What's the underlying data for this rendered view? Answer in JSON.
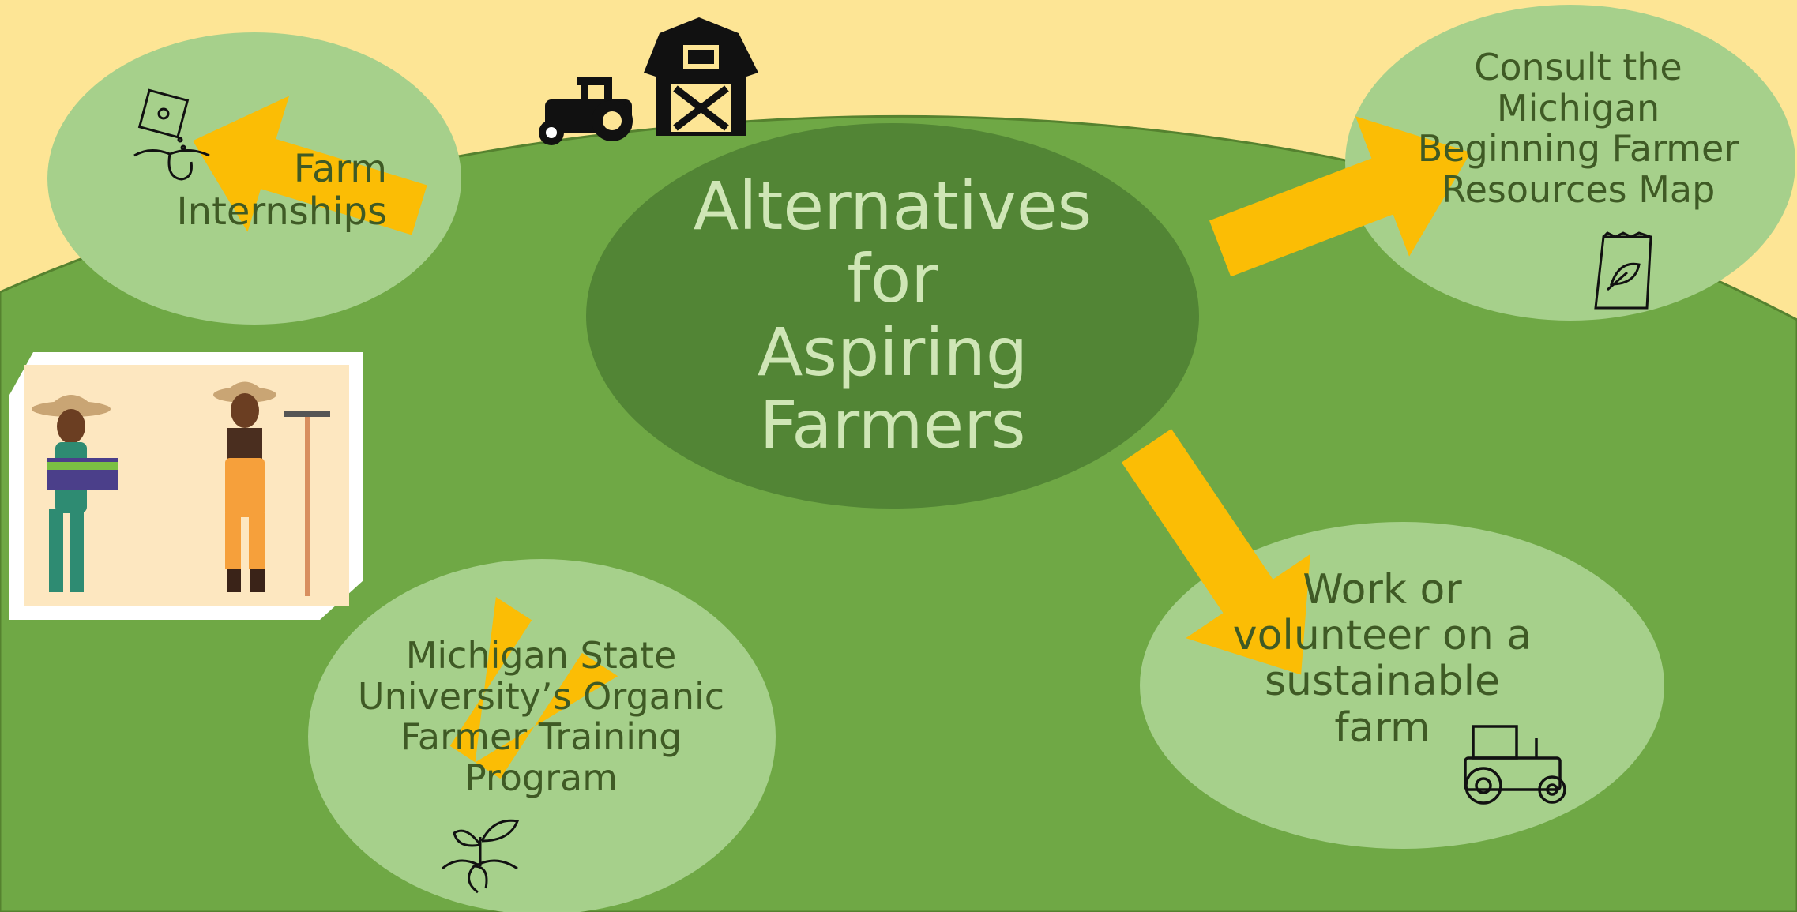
{
  "center": {
    "lines": [
      "Alternatives",
      "for",
      "Aspiring",
      "Farmers"
    ]
  },
  "nodes": {
    "top_left": {
      "lines": [
        "Farm",
        "Internships"
      ],
      "icon": "seed-packet-sprout-icon"
    },
    "top_right": {
      "lines": [
        "Consult the",
        "Michigan",
        "Beginning Farmer",
        "Resources Map"
      ],
      "icon": "seed-bag-leaf-icon"
    },
    "bottom_left": {
      "lines": [
        "Michigan State",
        "University’s Organic",
        "Farmer Training",
        "Program"
      ],
      "icon": "sprout-icon"
    },
    "bottom_right": {
      "lines": [
        "Work or",
        "volunteer on a",
        "sustainable",
        "farm"
      ],
      "icon": "tractor-outline-icon"
    }
  },
  "decor": {
    "hill_icons": [
      "tractor-icon",
      "barn-icon"
    ],
    "illustration": "farmers-illustration"
  },
  "colors": {
    "sky": "#fde595",
    "hill": "#6fa845",
    "node": "#a6d08b",
    "center": "#528535",
    "arrow": "#fbbd05",
    "node_text": "#3f5a25",
    "center_text": "#cfe6b6"
  }
}
